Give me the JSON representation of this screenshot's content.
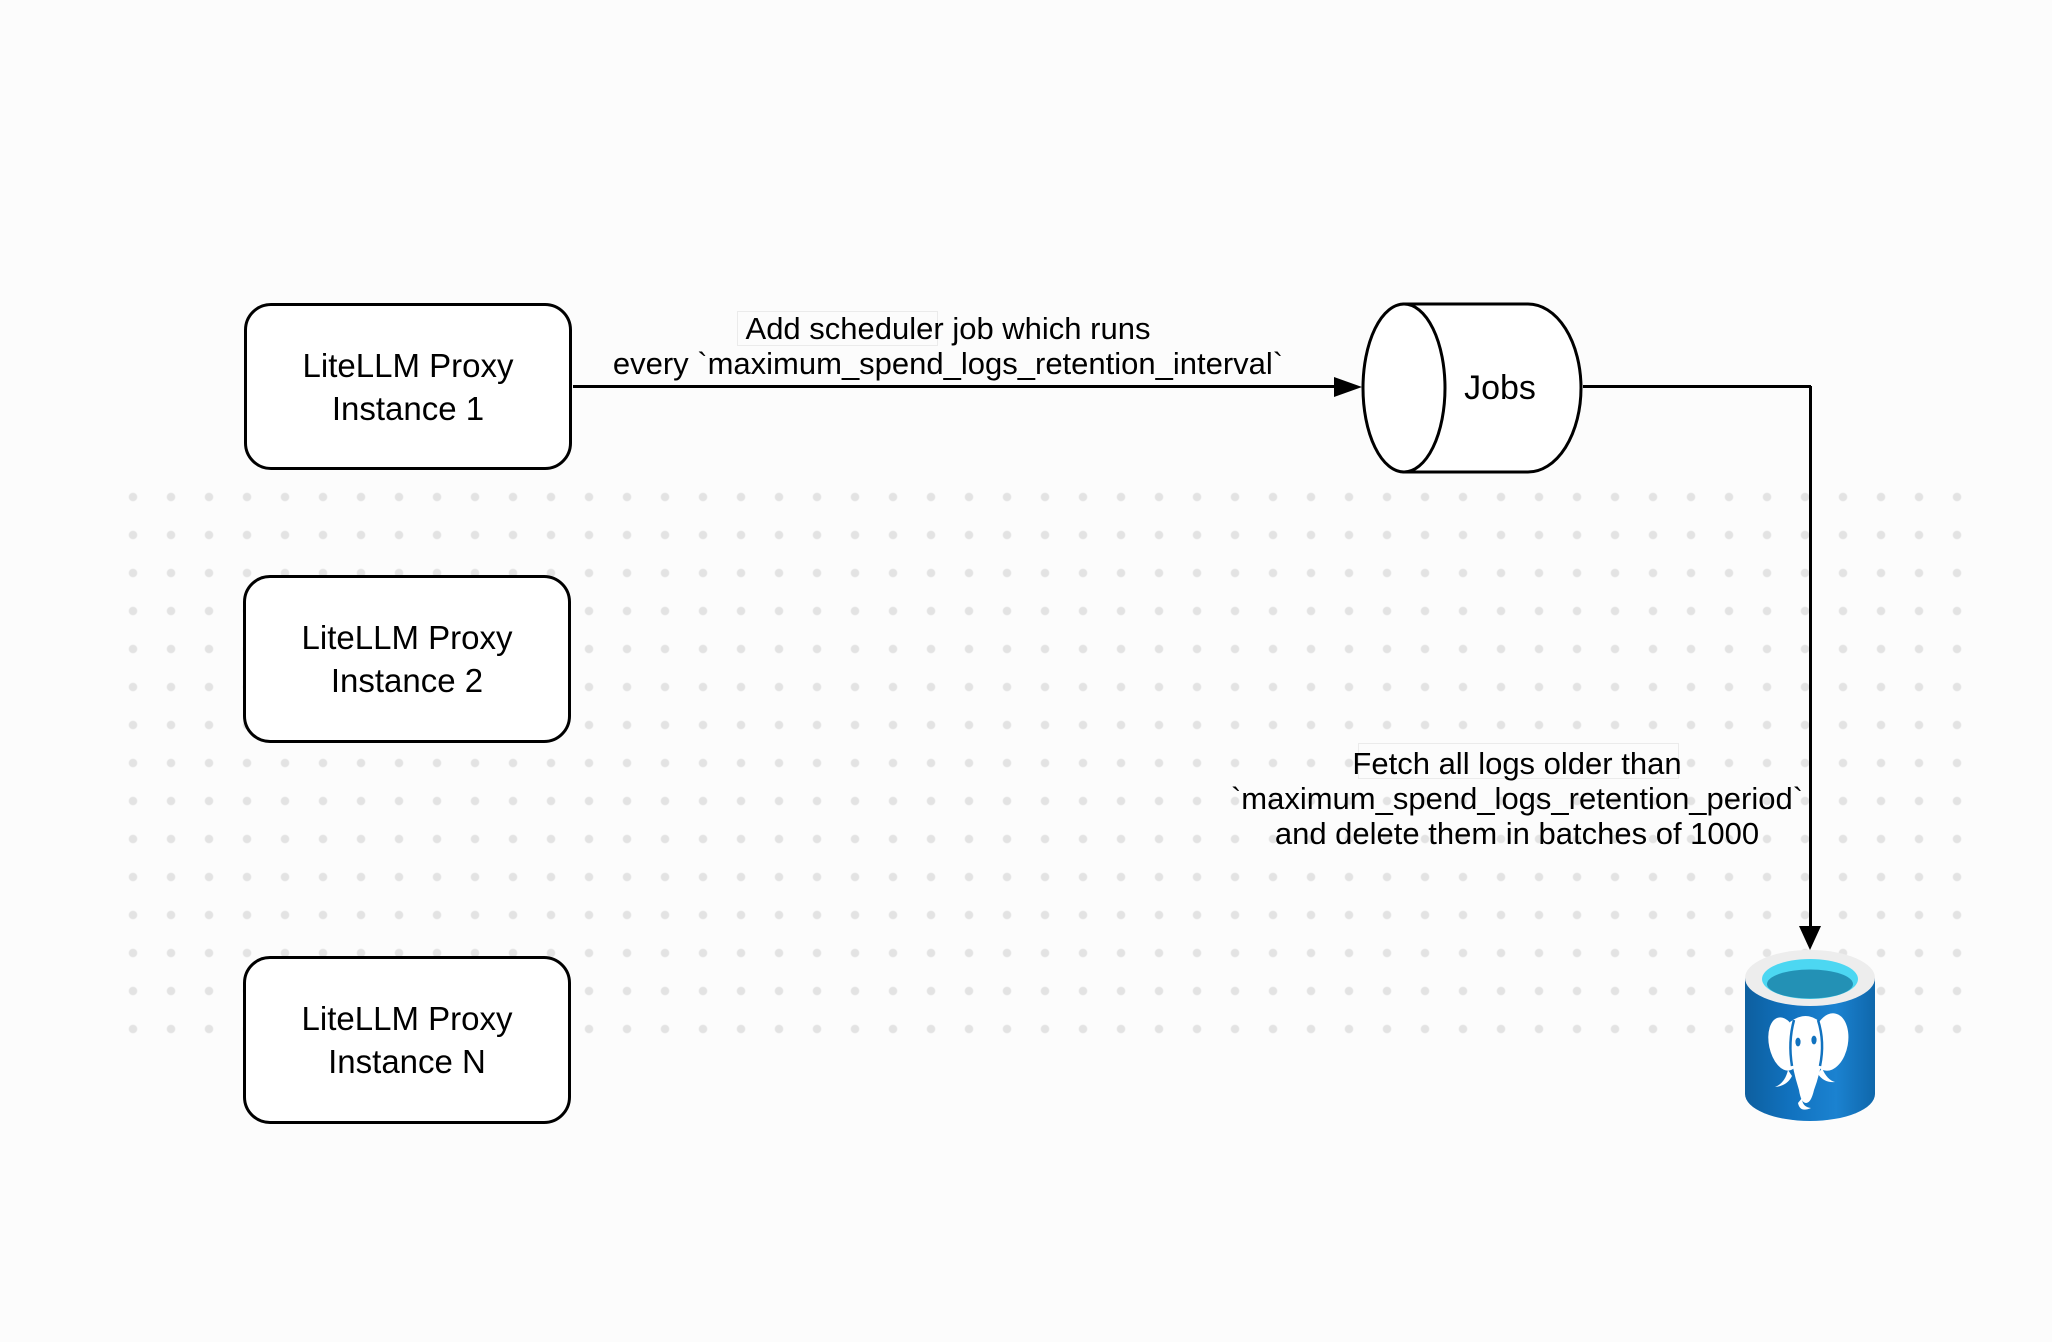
{
  "nodes": {
    "instance1": {
      "line1": "LiteLLM Proxy",
      "line2": "Instance 1"
    },
    "instance2": {
      "line1": "LiteLLM Proxy",
      "line2": "Instance 2"
    },
    "instanceN": {
      "line1": "LiteLLM Proxy",
      "line2": "Instance N"
    },
    "jobs": {
      "label": "Jobs"
    },
    "database": {
      "icon": "postgresql-icon"
    }
  },
  "edges": {
    "add_job": {
      "line1": "Add scheduler job which runs",
      "line2": "every `maximum_spend_logs_retention_interval`"
    },
    "cleanup": {
      "line1": "Fetch all logs older than",
      "line2": "`maximum_spend_logs_retention_period`",
      "line3": "and delete them in batches of 1000"
    }
  },
  "colors": {
    "canvas_background": "#fcfcfc",
    "grid_dot": "#e3e3e3",
    "shape_stroke": "#000000",
    "shape_fill": "#ffffff",
    "postgres_body_blue": "#1172bf",
    "postgres_body_blue_dark": "#0d5f9f",
    "postgres_rim_gray": "#ededed",
    "postgres_top_cyan": "#4cd7f2",
    "postgres_top_inner_teal": "#2391b5",
    "postgres_elephant_white": "#ffffff"
  }
}
